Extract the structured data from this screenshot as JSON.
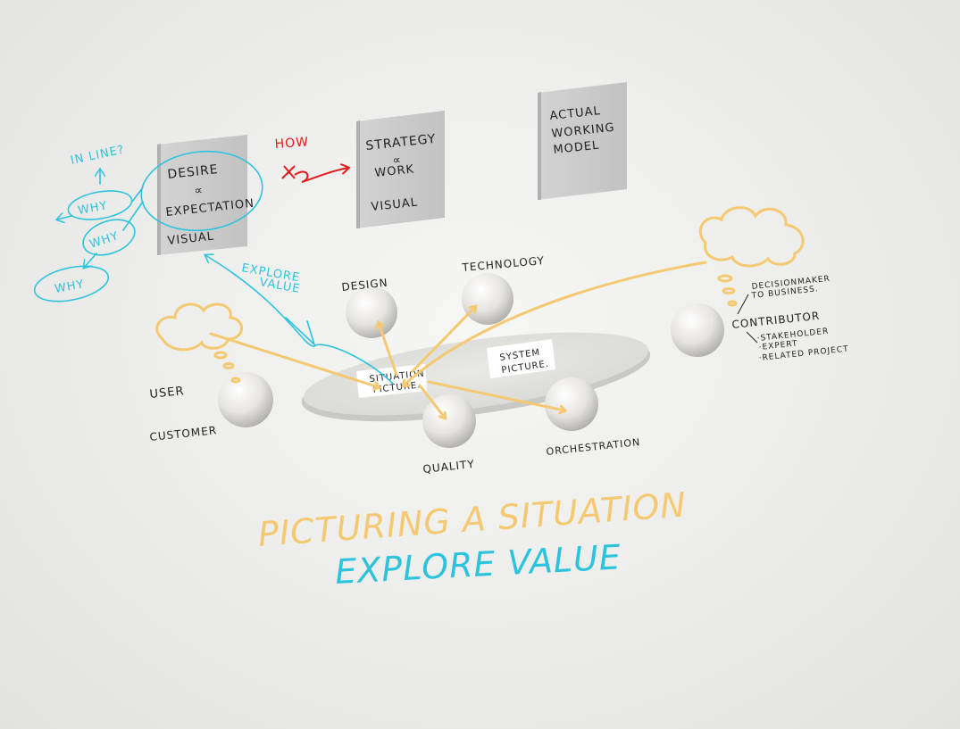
{
  "colors": {
    "cyan": "#2ec3dd",
    "orange": "#f5c872",
    "red": "#e21b1b",
    "ink": "#222222",
    "board": "#c9c9c9"
  },
  "boards": {
    "desire": {
      "line1": "DESIRE",
      "line2": "∝",
      "line3": "EXPECTATION",
      "line4": "VISUAL"
    },
    "strategy": {
      "line1": "STRATEGY",
      "line2": "∝",
      "line3": "WORK",
      "line4": "VISUAL"
    },
    "model": {
      "line1": "ACTUAL",
      "line2": "WORKING",
      "line3": "MODEL"
    }
  },
  "annotations": {
    "how": "HOW",
    "inline": "IN LINE?",
    "why1": "WHY",
    "why2": "WHY",
    "why3": "WHY",
    "explore1": "EXPLORE",
    "explore2": "VALUE"
  },
  "spheres": {
    "design": "DESIGN",
    "technology": "TECHNOLOGY",
    "quality": "QUALITY",
    "orchestration": "ORCHESTRATION",
    "user": "USER",
    "customer": "CUSTOMER",
    "contributor": "CONTRIBUTOR"
  },
  "contributor_notes": {
    "decision1": "DECISIONMAKER",
    "decision2": "TO BUSINESS.",
    "items": [
      "·STAKEHOLDER",
      "·EXPERT",
      "·RELATED PROJECT"
    ]
  },
  "cards": {
    "situation1": "SITUATION",
    "situation2": "PICTURE.",
    "system1": "SYSTEM",
    "system2": "PICTURE."
  },
  "titles": {
    "line1": "PICTURING A SITUATION",
    "line2": "EXPLORE VALUE"
  }
}
